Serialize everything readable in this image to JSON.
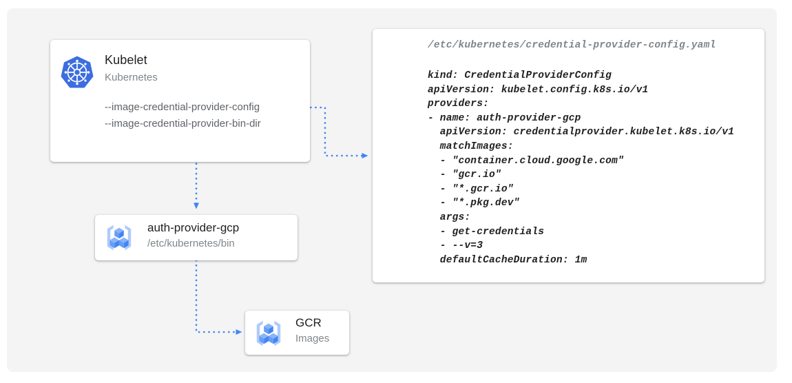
{
  "palette": {
    "page_bg": "#ffffff",
    "panel_bg": "#f4f4f4",
    "card_bg": "#ffffff",
    "accent_blue": "#4285f4",
    "icon_blue_light": "#8ab4f8",
    "text_primary": "#202124",
    "text_secondary": "#5f6368",
    "text_muted": "#80868b"
  },
  "kubelet": {
    "icon": "kubernetes-logo-icon",
    "title": "Kubelet",
    "subtitle": "Kubernetes",
    "flags": [
      "--image-credential-provider-config",
      "--image-credential-provider-bin-dir"
    ]
  },
  "auth_provider": {
    "icon": "gcp-container-registry-icon",
    "title": "auth-provider-gcp",
    "subtitle": "/etc/kubernetes/bin"
  },
  "gcr": {
    "icon": "gcp-container-registry-icon",
    "title": "GCR",
    "subtitle": "Images"
  },
  "yaml": {
    "filename": "/etc/kubernetes/credential-provider-config.yaml",
    "lines": [
      "kind: CredentialProviderConfig",
      "apiVersion: kubelet.config.k8s.io/v1",
      "providers:",
      "- name: auth-provider-gcp",
      "  apiVersion: credentialprovider.kubelet.k8s.io/v1",
      "  matchImages:",
      "  - \"container.cloud.google.com\"",
      "  - \"gcr.io\"",
      "  - \"*.gcr.io\"",
      "  - \"*.pkg.dev\"",
      "  args:",
      "  - get-credentials",
      "  - --v=3",
      "  defaultCacheDuration: 1m"
    ]
  },
  "connectors": [
    {
      "name": "kubelet-config-to-yaml",
      "from": "kubelet",
      "to": "yaml",
      "style": "dotted-arrow"
    },
    {
      "name": "kubelet-to-auth-provider",
      "from": "kubelet",
      "to": "auth_provider",
      "style": "dotted-arrow"
    },
    {
      "name": "auth-provider-to-gcr",
      "from": "auth_provider",
      "to": "gcr",
      "style": "dotted-arrow"
    }
  ]
}
